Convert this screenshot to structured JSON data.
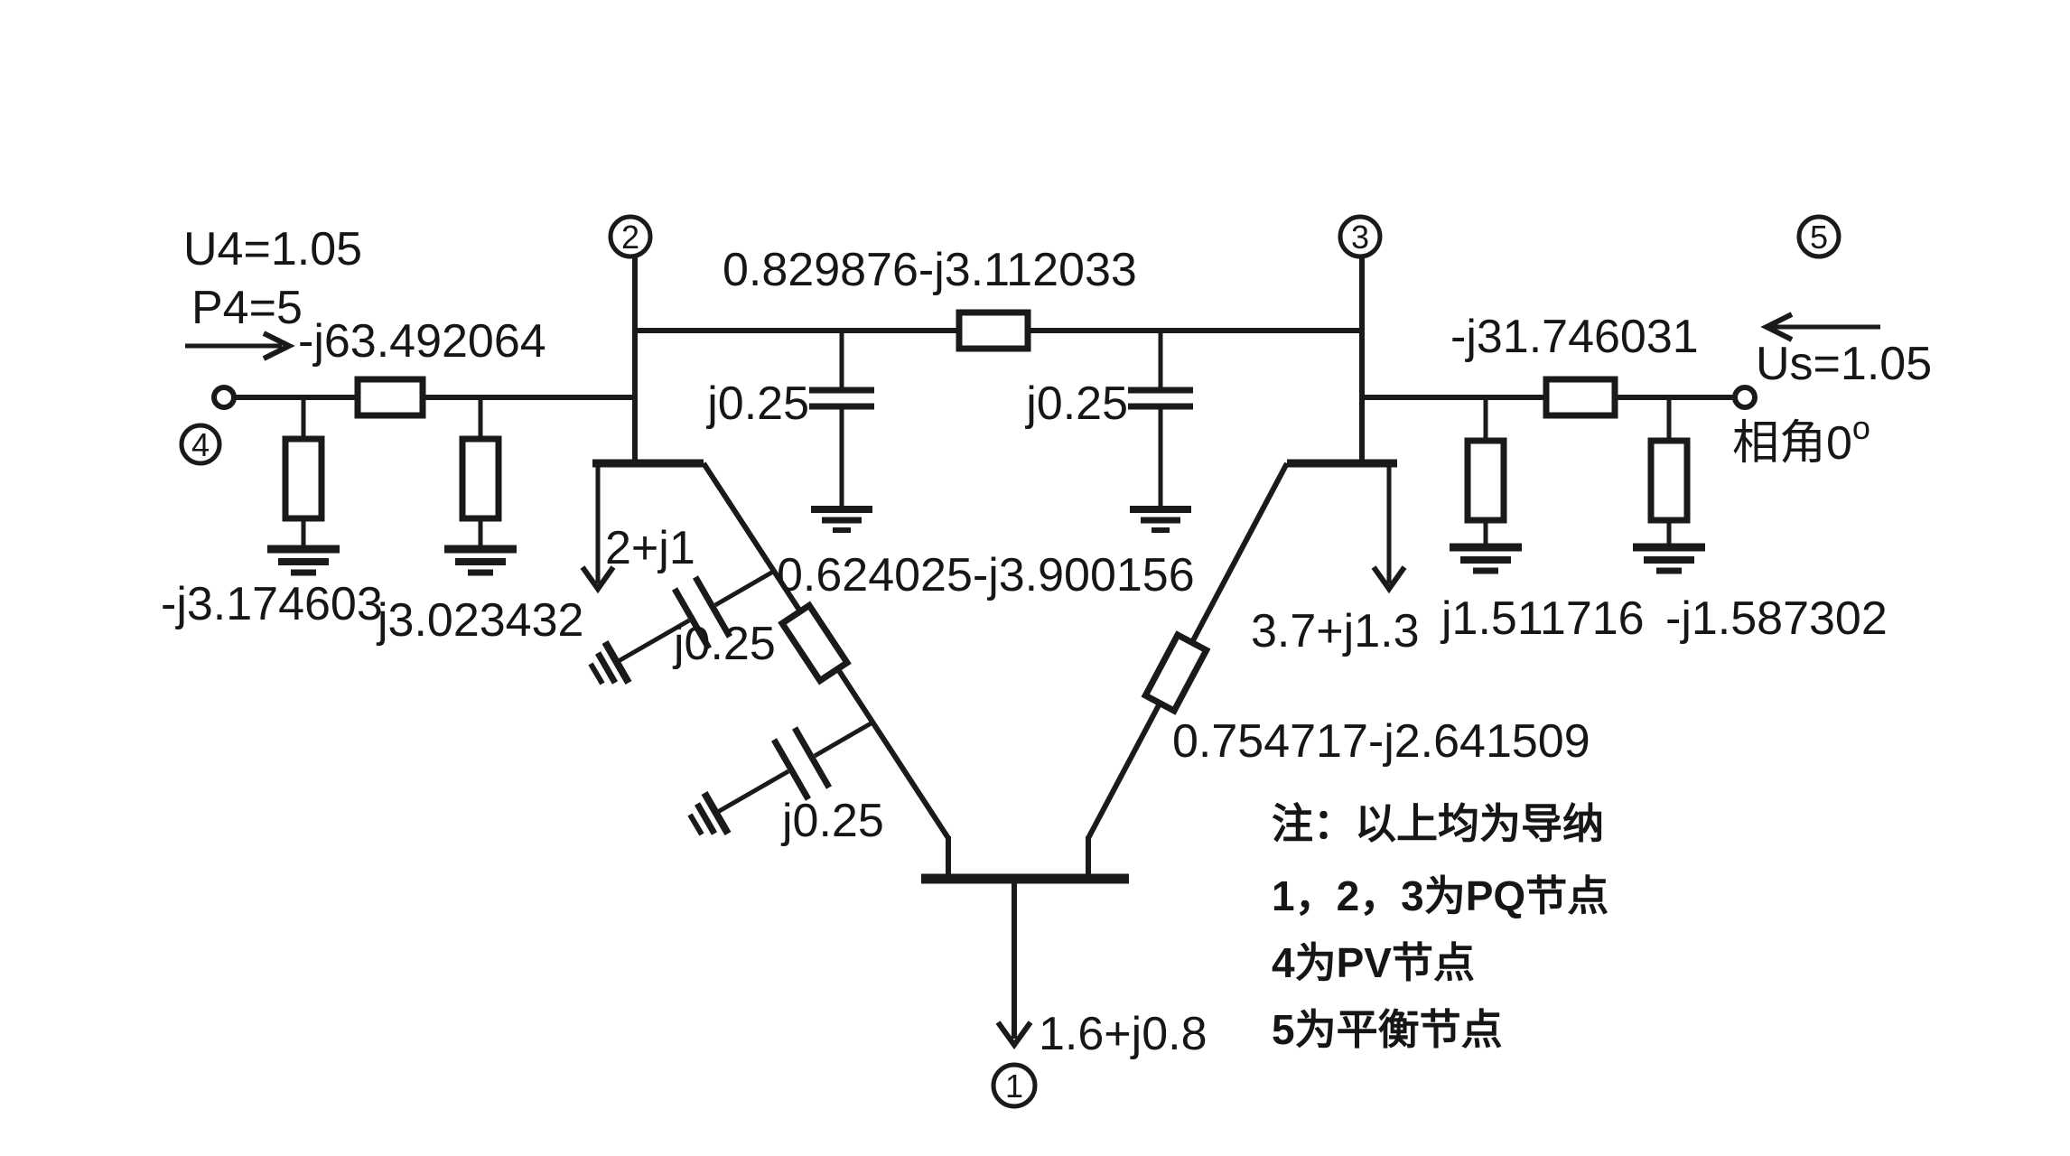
{
  "buses": {
    "b1": {
      "number": "1"
    },
    "b2": {
      "number": "2"
    },
    "b3": {
      "number": "3"
    },
    "b4": {
      "number": "4"
    },
    "b5": {
      "number": "5"
    }
  },
  "generators": {
    "g4": {
      "voltage": "U4=1.05",
      "power": "P4=5"
    },
    "g5": {
      "voltage": "Us=1.05",
      "angle": "相角0",
      "angle_sup": "o"
    }
  },
  "branches": {
    "line_4_2": {
      "admittance": "-j63.492064"
    },
    "line_2_3": {
      "admittance": "0.829876-j3.112033",
      "shunt_left": "j0.25",
      "shunt_right": "j0.25"
    },
    "line_3_5": {
      "admittance": "-j31.746031"
    },
    "line_2_1": {
      "admittance": "0.624025-j3.900156",
      "shunt_upper": "j0.25",
      "shunt_lower": "j0.25"
    },
    "line_3_1": {
      "admittance": "0.754717-j2.641509"
    }
  },
  "shunts": {
    "bus4_left": "-j3.174603",
    "bus4_right": "j3.023432",
    "bus5_left": "j1.511716",
    "bus5_right": "-j1.587302"
  },
  "loads": {
    "bus1": "1.6+j0.8",
    "bus2": "2+j1",
    "bus3": "3.7+j1.3"
  },
  "notes": {
    "line1": "注：以上均为导纳",
    "line2": "1，2，3为PQ节点",
    "line3": "4为PV节点",
    "line4": "5为平衡节点"
  }
}
